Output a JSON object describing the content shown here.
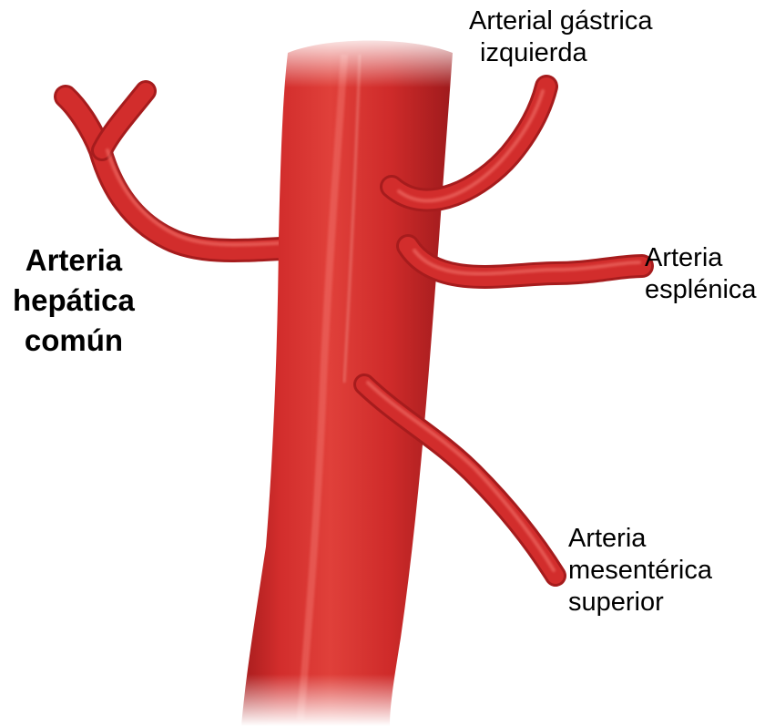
{
  "colors": {
    "artery_base": "#d22d2c",
    "artery_shadow": "#a61c1d",
    "artery_highlight": "#ee6a64",
    "label_text": "#000000",
    "background": "#ffffff"
  },
  "labels": {
    "common_hepatic": {
      "lines": [
        "Arteria",
        "hepática",
        "común"
      ]
    },
    "left_gastric": {
      "lines": [
        "Arterial gástrica",
        "izquierda"
      ]
    },
    "splenic": {
      "lines": [
        "Arteria",
        "esplénica"
      ]
    },
    "superior_mesenteric": {
      "lines": [
        "Arteria",
        "mesentérica",
        "superior"
      ]
    }
  }
}
